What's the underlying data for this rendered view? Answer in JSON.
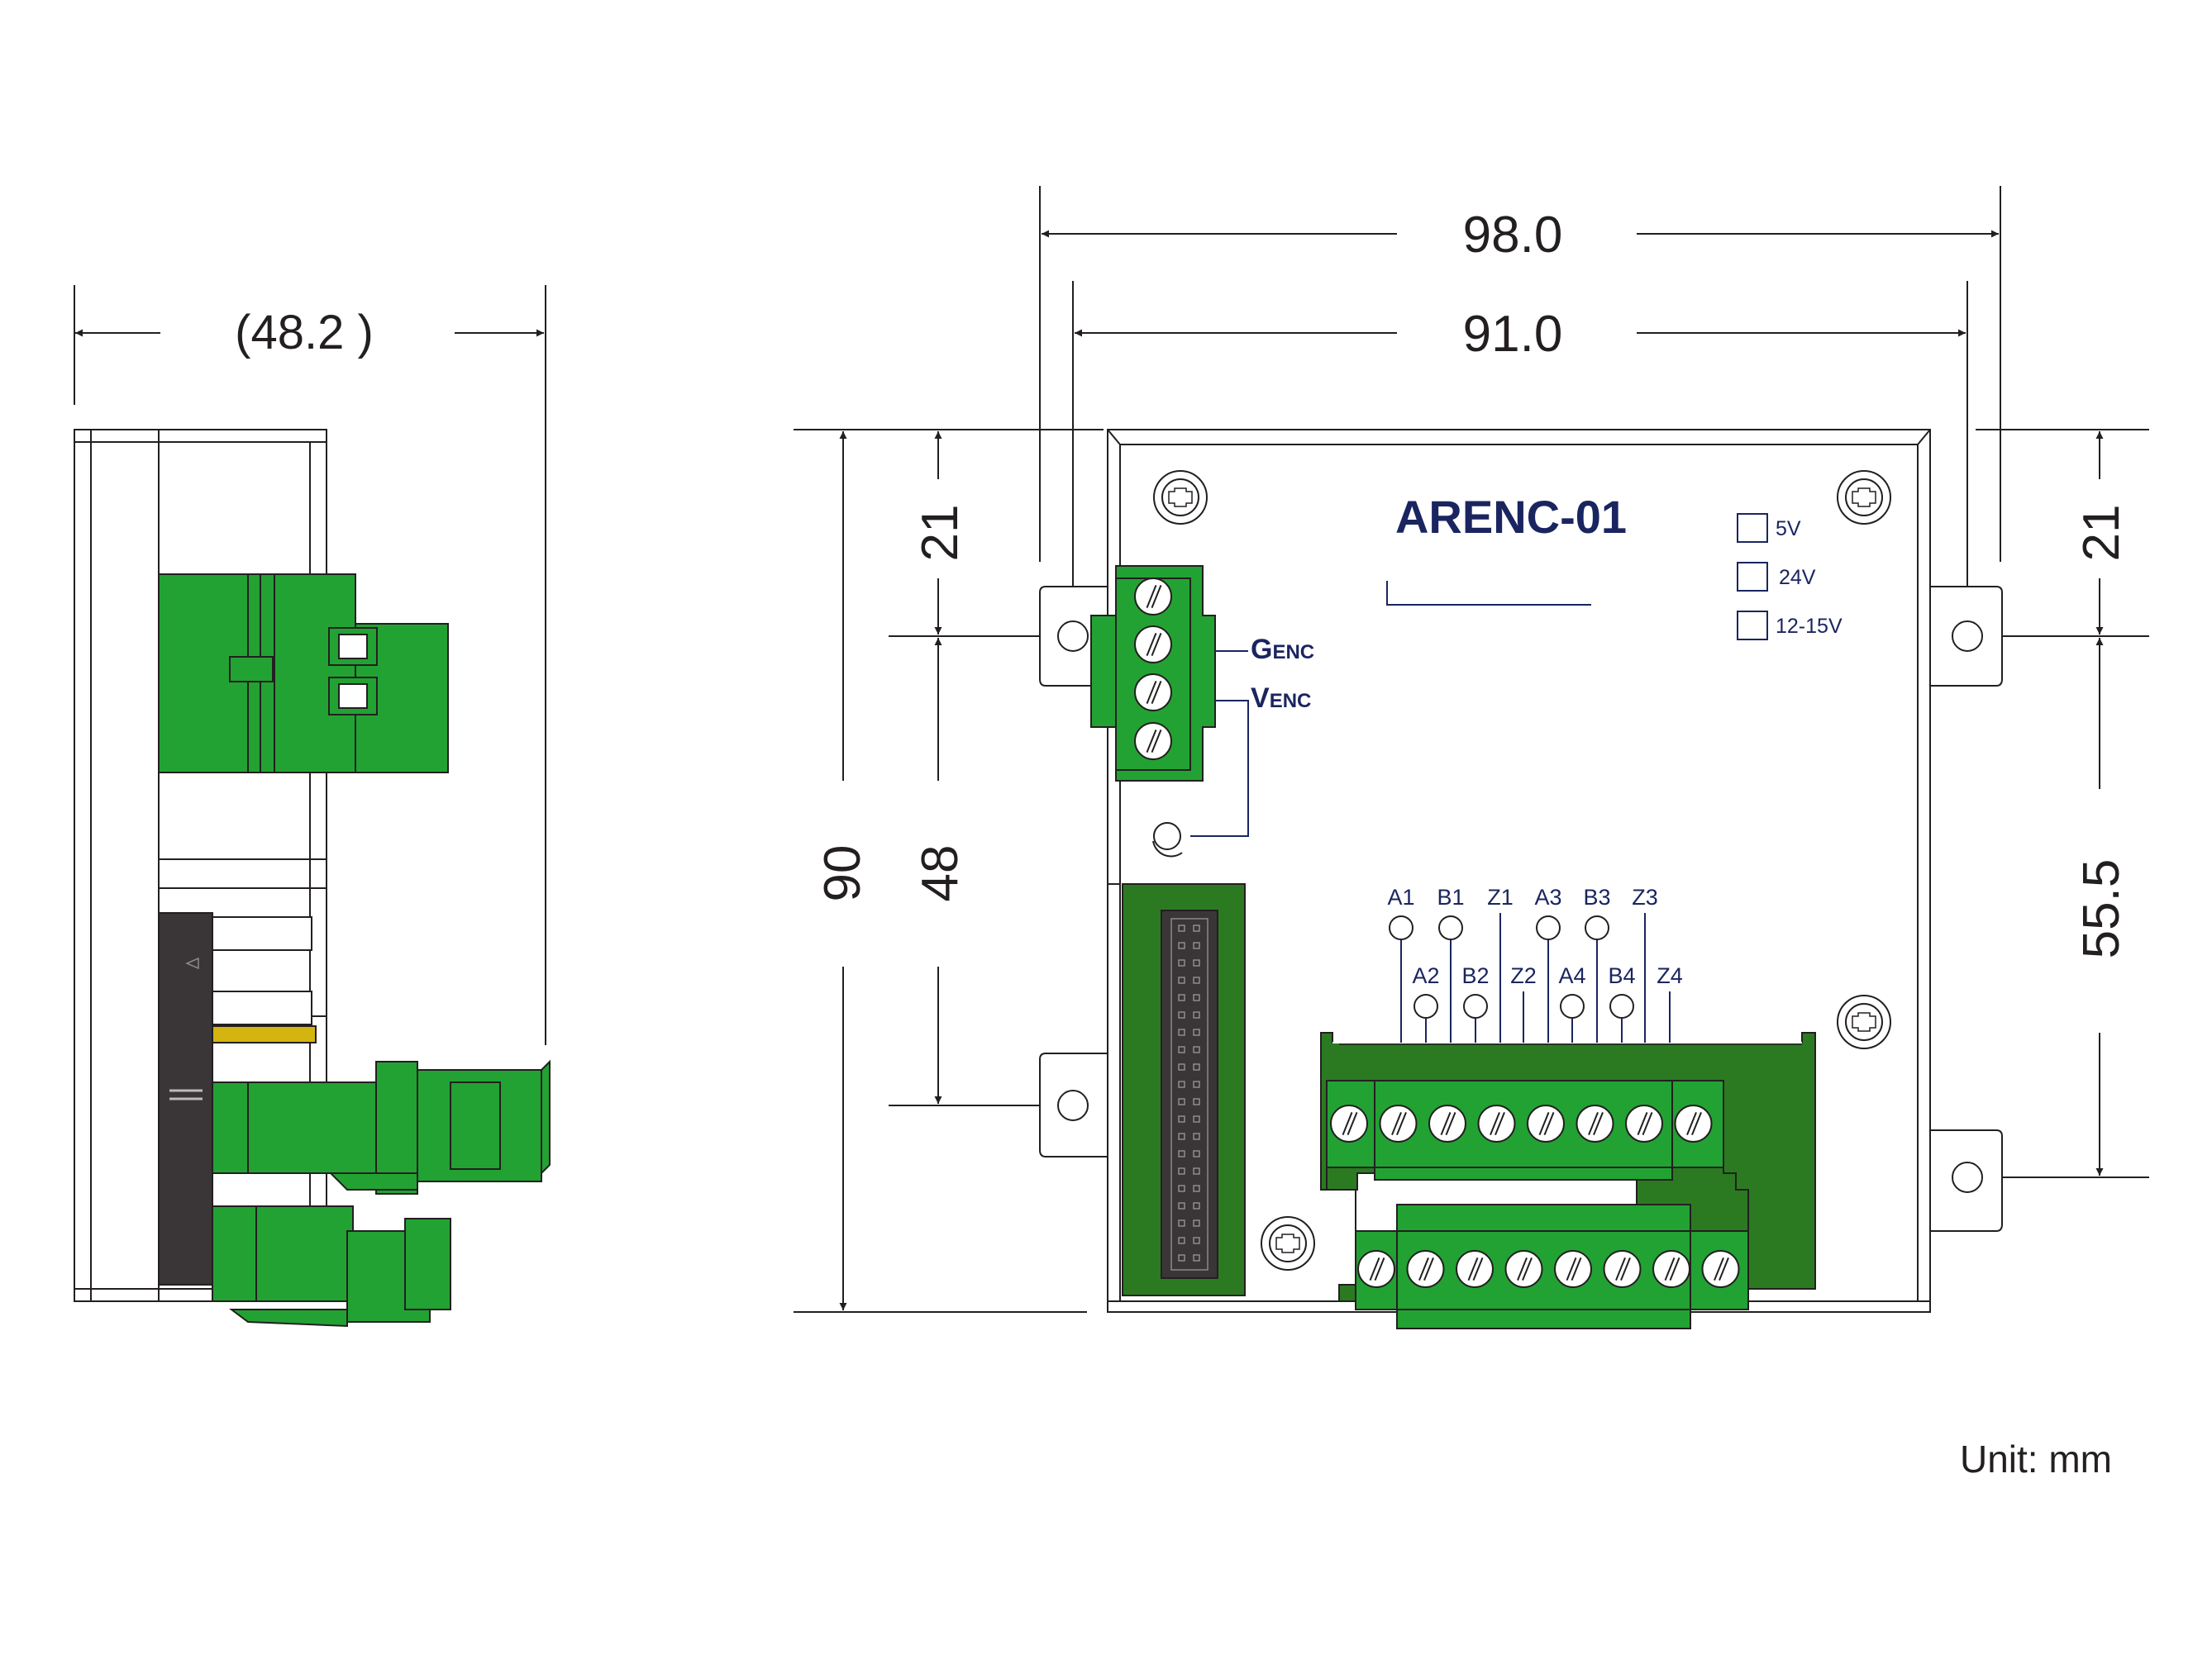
{
  "side_view": {
    "width_dim": "(48.2 )"
  },
  "front_view": {
    "width_overall": "98.0",
    "width_mount": "91.0",
    "height_total": "90",
    "height_48": "48",
    "top_21_left": "21",
    "top_21_right": "21",
    "height_55_5": "55.5",
    "model": "ARENC-01",
    "voltage_options": [
      "5V",
      "24V",
      "12-15V"
    ],
    "genc_label": {
      "big": "G",
      "small": "ENC"
    },
    "venc_label": {
      "big": "V",
      "small": "ENC"
    },
    "test_points_top": [
      "A1",
      "B1",
      "Z1",
      "A3",
      "B3",
      "Z3"
    ],
    "test_points_bottom": [
      "A2",
      "B2",
      "Z2",
      "A4",
      "B4",
      "Z4"
    ]
  },
  "unit": "Unit: mm",
  "colors": {
    "terminal_green": "#22a233",
    "pcb_green": "#2b7a22",
    "connector_black": "#3a3536",
    "pin_gold": "#d4b40f",
    "label_navy": "#1a2560",
    "line": "#231f20"
  }
}
